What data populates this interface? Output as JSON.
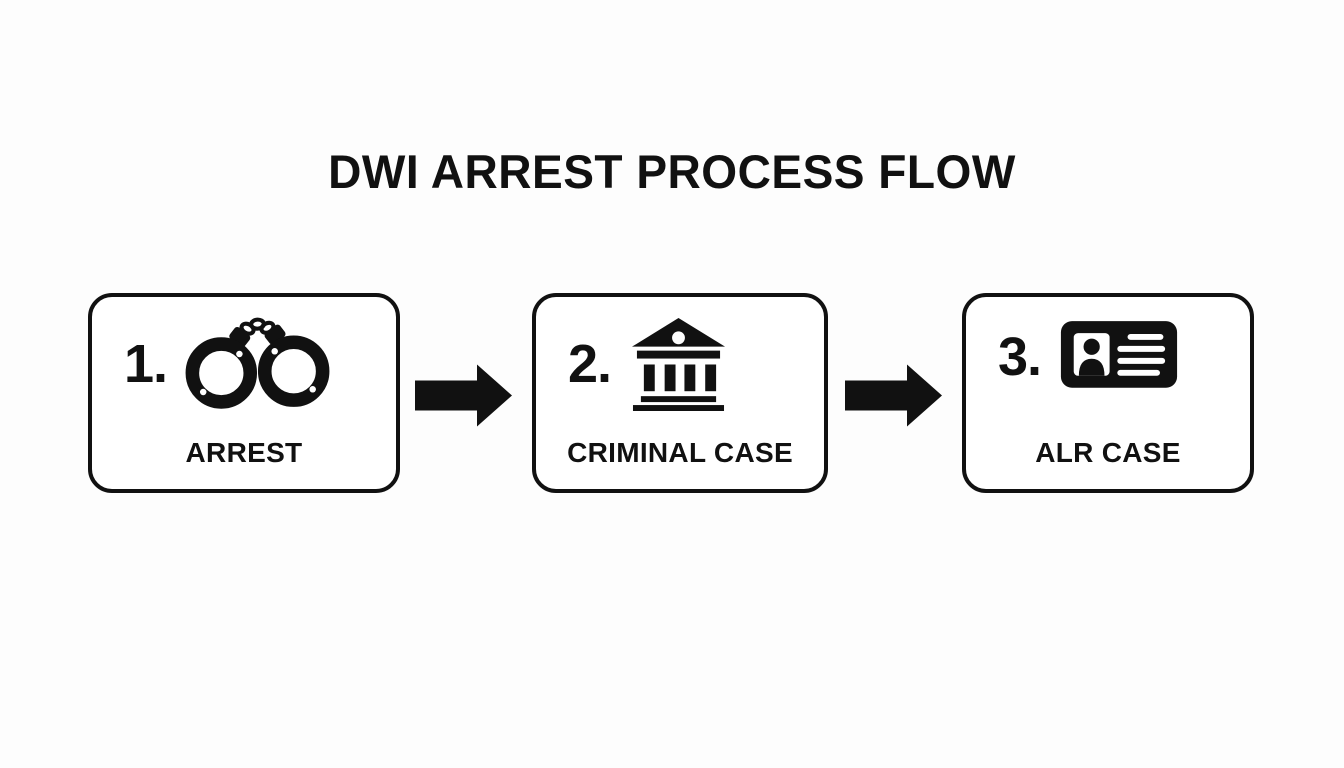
{
  "title": "DWI ARREST PROCESS FLOW",
  "colors": {
    "background": "#fdfdfd",
    "ink": "#111111",
    "box_fill": "#ffffff"
  },
  "steps": [
    {
      "number": "1.",
      "label": "ARREST",
      "icon": "handcuffs-icon"
    },
    {
      "number": "2.",
      "label": "CRIMINAL CASE",
      "icon": "courthouse-icon"
    },
    {
      "number": "3.",
      "label": "ALR CASE",
      "icon": "id-card-icon"
    }
  ],
  "connectors": [
    {
      "icon": "arrow-right-icon"
    },
    {
      "icon": "arrow-right-icon"
    }
  ]
}
